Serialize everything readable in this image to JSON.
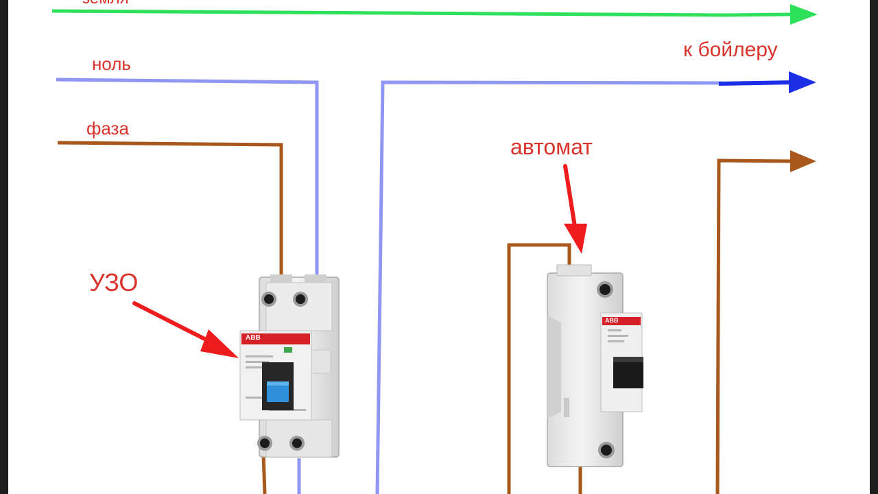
{
  "labels": {
    "earth": "земля",
    "neutral": "ноль",
    "phase": "фаза",
    "to_boiler": "к бойлеру",
    "rcd": "УЗО",
    "breaker": "автомат"
  },
  "device_brand": "ABB",
  "colors": {
    "earth_wire": "#2ee05a",
    "neutral_wire": "#8f97f2",
    "phase_wire": "#a8581c",
    "label_text": "#d9332c",
    "pointer_arrow": "#ee1c1c",
    "rcd_toggle": "#2f8fd8",
    "breaker_toggle": "#1a1a1a",
    "brand_strip": "#d42026"
  }
}
